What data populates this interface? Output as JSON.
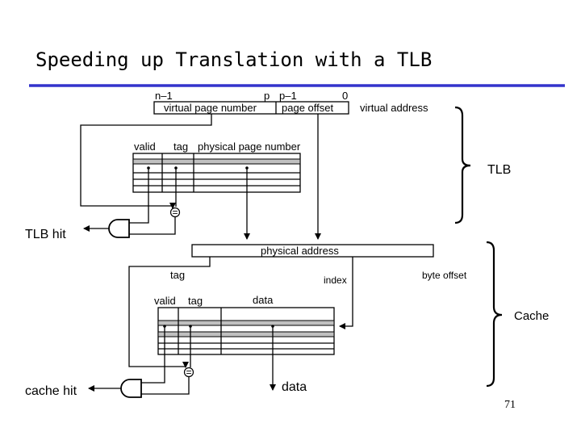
{
  "title": "Speeding up Translation with a TLB",
  "colors": {
    "title_rule": "#3333cc",
    "ink": "#000000",
    "shaded_row": "#c0c0c0",
    "comparator": "#ffffff"
  },
  "virtual_address": {
    "bit_n_minus_1": "n–1",
    "bit_p": "p",
    "bit_p_minus_1": "p–1",
    "bit_0": "0",
    "vpn_label": "virtual page number",
    "offset_label": "page offset",
    "name": "virtual address"
  },
  "tlb": {
    "col_valid": "valid",
    "col_tag": "tag",
    "col_ppn": "physical page number",
    "brace_label": "TLB",
    "compare_symbol": "=",
    "hit_label": "TLB hit"
  },
  "physical_address": {
    "name": "physical address",
    "tag_label": "tag",
    "index_label": "index",
    "byte_offset_label": "byte offset"
  },
  "cache": {
    "col_valid": "valid",
    "col_tag": "tag",
    "col_data": "data",
    "brace_label": "Cache",
    "compare_symbol": "=",
    "hit_label": "cache hit",
    "data_out_label": "data"
  },
  "page_number": "71"
}
